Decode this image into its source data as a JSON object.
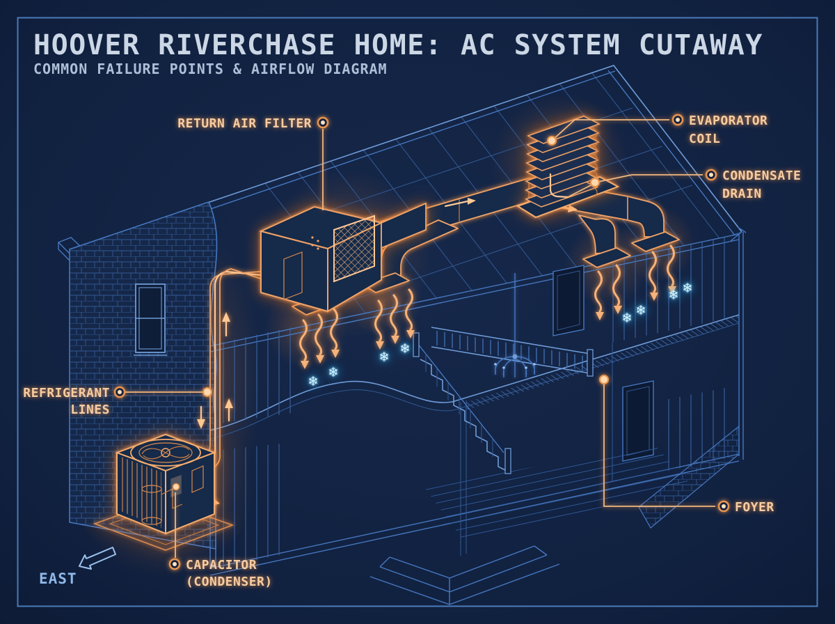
{
  "header": {
    "title": "HOOVER RIVERCHASE HOME: AC SYSTEM CUTAWAY",
    "subtitle": "COMMON FAILURE POINTS & AIRFLOW DIAGRAM"
  },
  "labels": {
    "return_air_filter": {
      "text": "RETURN AIR FILTER"
    },
    "evaporator_coil": {
      "line1": "EVAPORATOR",
      "line2": "COIL"
    },
    "condensate_drain": {
      "line1": "CONDENSATE",
      "line2": "DRAIN"
    },
    "refrigerant_lines": {
      "line1": "REFRIGERANT",
      "line2": "LINES"
    },
    "foyer": {
      "text": "FOYER"
    },
    "capacitor": {
      "line1": "CAPACITOR",
      "line2": "(CONDENSER)"
    },
    "east": {
      "text": "EAST"
    }
  },
  "icons": {
    "snowflake": "❄"
  },
  "colors": {
    "background": "#112140",
    "frame": "#4a7ab8",
    "blueprint_line": "#4678c0",
    "accent_orange": "#f0a368",
    "label_text": "#f6cda2",
    "snowflake_cyan": "#d6f2ff",
    "title_text": "#ccd7e6"
  }
}
